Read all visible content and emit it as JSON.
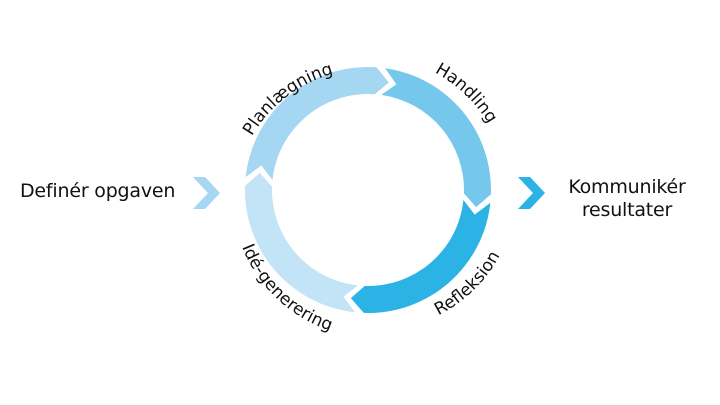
{
  "start_step": "Definér opgaven",
  "end_step": [
    "Kommunikér",
    "resultater"
  ],
  "cycle": [
    {
      "label": "Planlægning",
      "color": "#a5d6f2"
    },
    {
      "label": "Handling",
      "color": "#76c7ec"
    },
    {
      "label": "Refleksion",
      "color": "#2bb3e6"
    },
    {
      "label": "Idé-generering",
      "color": "#c3e4f6"
    }
  ],
  "arrow_colors": {
    "input": "#a5d6f2",
    "output": "#2bb3e6"
  }
}
